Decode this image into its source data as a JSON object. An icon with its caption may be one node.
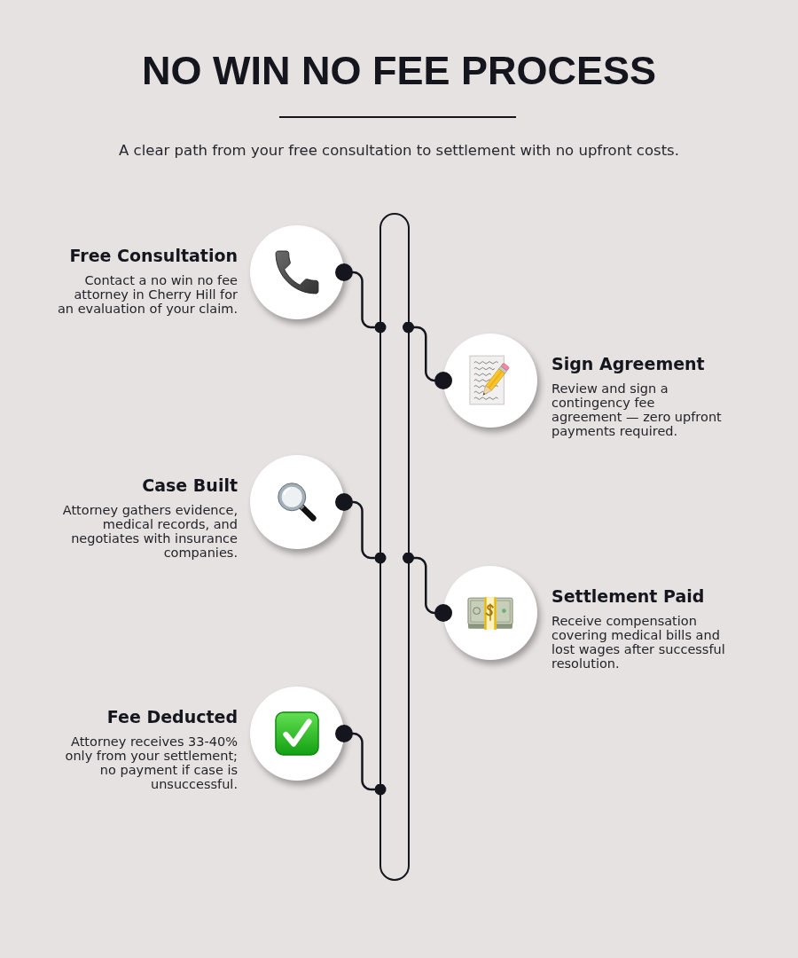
{
  "diagram": {
    "title": "NO WIN NO FEE PROCESS",
    "nodes": [
      {
        "text": [
          "Free Consultation",
          "Contact a no win no fee attorney in Cherry Hill for an evaluation of your claim."
        ]
      },
      {
        "text": [
          "Sign Agreement",
          "Review and sign a contingency fee agreement — zero upfront payments required."
        ]
      },
      {
        "text": [
          "Case Built",
          "Attorney gathers evidence, medical records, and negotiates with insurance companies."
        ]
      },
      {
        "text": [
          "Settlement Paid",
          "Receive compensation covering medical bills and lost wages after successful resolution."
        ]
      },
      {
        "text": [
          "Fee Deducted",
          "Attorney receives 33-40% only from your settlement; no payment if case is unsuccessful."
        ]
      },
      {
        "text": [],
        "shape": "bar"
      }
    ],
    "edges": [
      {
        "from": 0,
        "to": 5,
        "arrow": "other"
      },
      {
        "from": 1,
        "to": 5,
        "arrow": "other"
      },
      {
        "from": 2,
        "to": 5,
        "arrow": "other"
      },
      {
        "from": 3,
        "to": 5,
        "arrow": "other"
      },
      {
        "from": 4,
        "to": 5,
        "arrow": "other"
      }
    ],
    "labels": [
      "A clear path from your free consultation to settlement with no upfront costs."
    ]
  }
}
